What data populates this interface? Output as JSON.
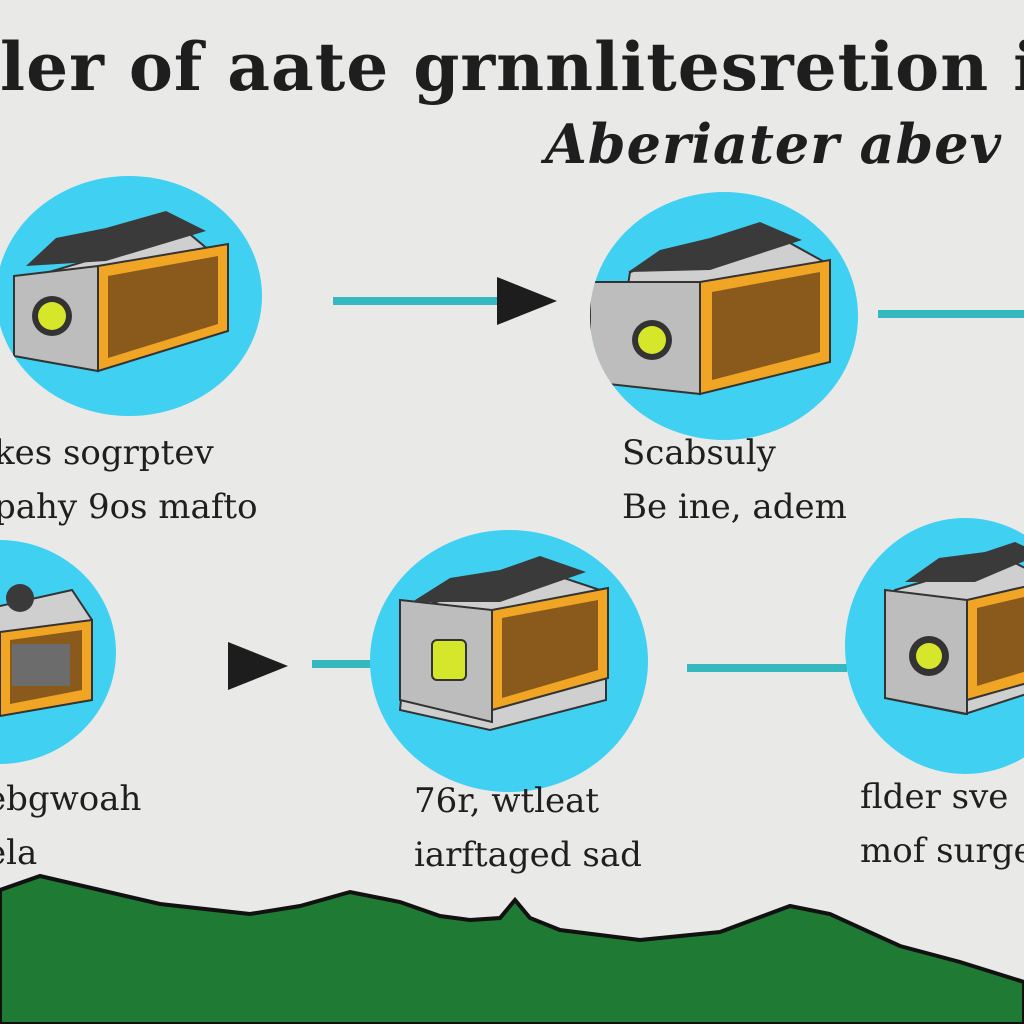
{
  "title": {
    "line1": "ler of aate grnnlitesretion in hergaaler",
    "line2": "Aberiater abev"
  },
  "steps": [
    {
      "caption_line1": "kes sogrptev",
      "caption_line2": "pahy  9os mafto"
    },
    {
      "caption_line1": "Scabsuly",
      "caption_line2": "Be ine, adem"
    },
    {
      "caption_line1": "ebgwoah",
      "caption_line2": "ela"
    },
    {
      "caption_line1": "76r, wtleat",
      "caption_line2": "iarftaged sad"
    },
    {
      "caption_line1": "flder  sve",
      "caption_line2": "mof surge"
    }
  ],
  "colors": {
    "background": "#e9e9e8",
    "node_circle": "#3fd0f2",
    "connector": "#36b8c0",
    "arrow": "#1d1d1d",
    "box_body": "#c9c9c9",
    "box_face": "#8a5a1c",
    "box_frame": "#f0a524",
    "indicator": "#d6e62a",
    "ground": "#1f7a34"
  },
  "icons": [
    "battery-box-icon",
    "arrow-right-icon"
  ]
}
